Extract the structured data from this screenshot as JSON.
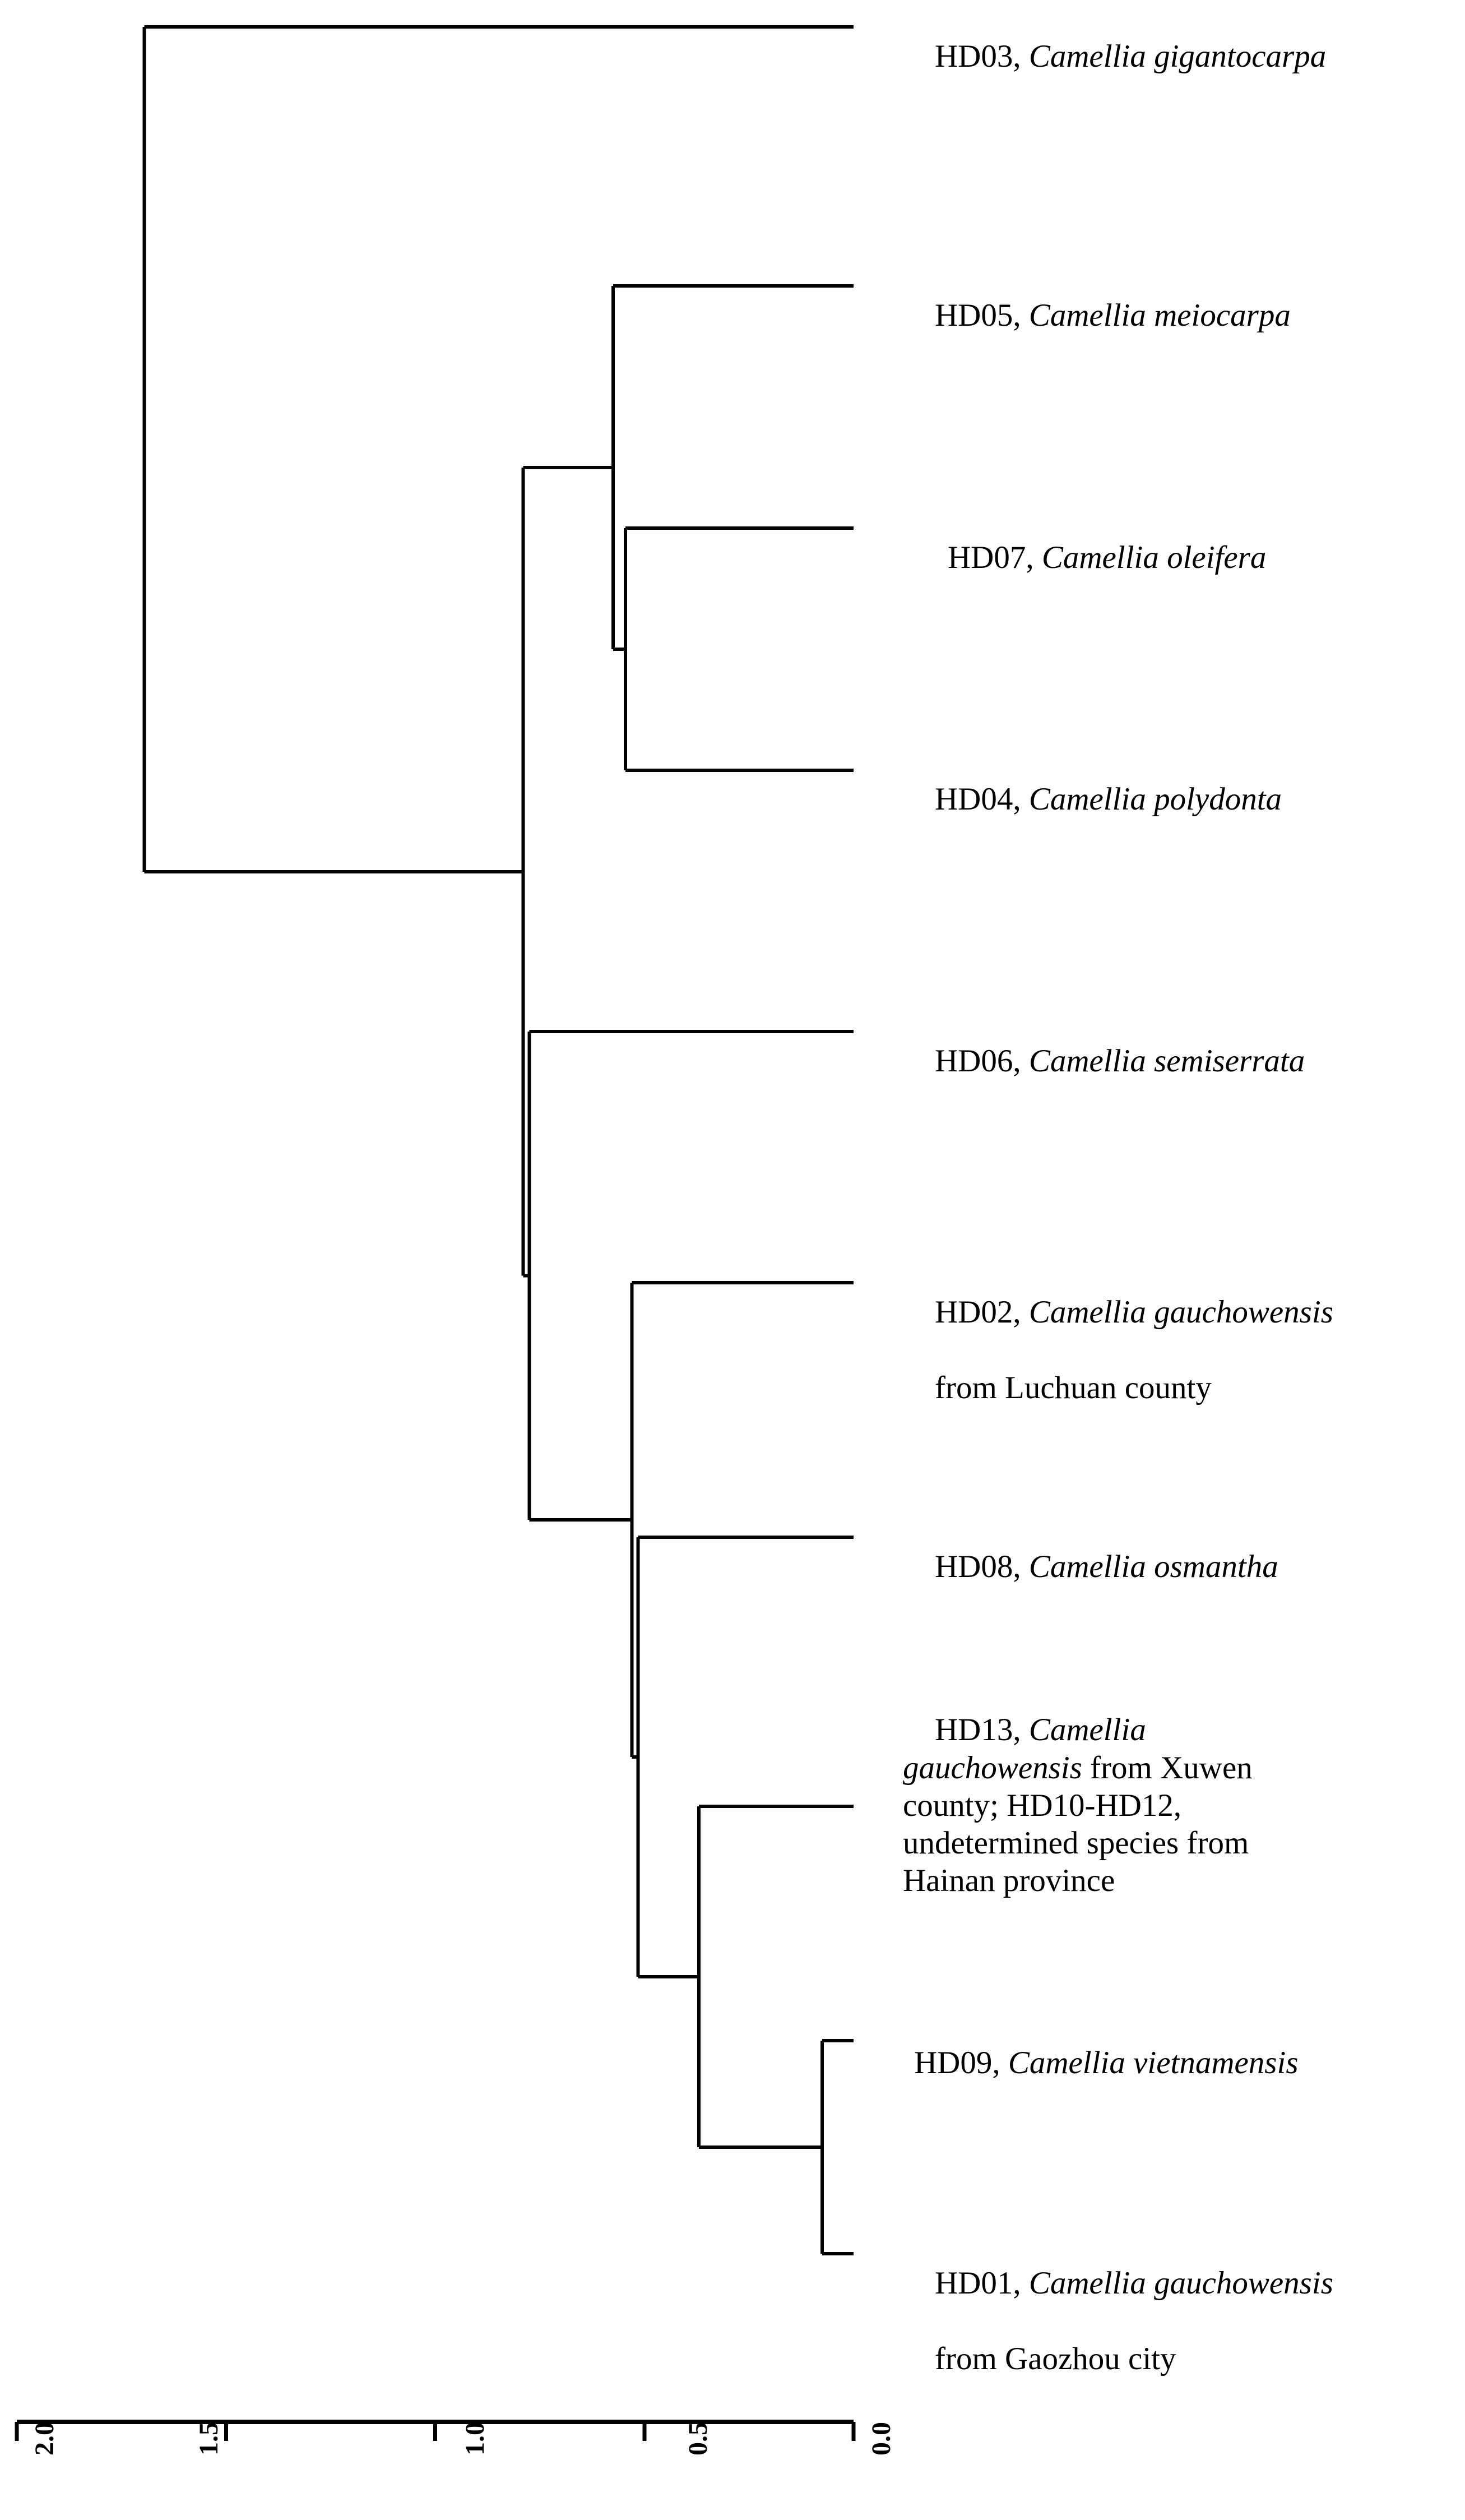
{
  "chart_data": {
    "type": "tree",
    "title": "",
    "xlabel": "",
    "ylabel": "",
    "axis": {
      "orientation": "horizontal-bottom",
      "reversed": true,
      "min": 0.0,
      "max": 2.0,
      "ticks": [
        2.0,
        1.5,
        1.0,
        0.5,
        0.0
      ],
      "tick_labels": [
        "2.0",
        "1.5",
        "1.0",
        "0.5",
        "0.0"
      ],
      "tick_label_rotation_deg": -90,
      "grid": false,
      "legend": "none"
    },
    "leaves": [
      {
        "id": "HD03",
        "code": "HD03, ",
        "species": "Camellia gigantocarpa",
        "suffix": "",
        "height": 0.0,
        "row": 0
      },
      {
        "id": "HD05",
        "code": "HD05, ",
        "species": "Camellia meiocarpa",
        "suffix": "",
        "height": 0.0,
        "row": 1
      },
      {
        "id": "HD07",
        "code": "HD07, ",
        "species": "Camellia oleifera",
        "suffix": "",
        "height": 0.0,
        "row": 2
      },
      {
        "id": "HD04",
        "code": "HD04, ",
        "species": "Camellia polydonta",
        "suffix": "",
        "height": 0.0,
        "row": 3
      },
      {
        "id": "HD06",
        "code": "HD06, ",
        "species": "Camellia semiserrata",
        "suffix": "",
        "height": 0.0,
        "row": 4
      },
      {
        "id": "HD02",
        "code": "HD02, ",
        "species": "Camellia gauchowensis",
        "suffix": " from Luchuan county",
        "height": 0.0,
        "row": 5
      },
      {
        "id": "HD08",
        "code": "HD08, ",
        "species": "Camellia osmantha",
        "suffix": "",
        "height": 0.0,
        "row": 6
      },
      {
        "id": "HD13",
        "code": "HD13, ",
        "species": "Camellia gauchowensis",
        "suffix": " from Xuwen county; HD10-HD12, undetermined species from Hainan province",
        "height": 0.0,
        "row": 7
      },
      {
        "id": "HD09",
        "code": "HD09, ",
        "species": "Camellia vietnamensis",
        "suffix": "",
        "height": 0.0,
        "row": 8
      },
      {
        "id": "HD01",
        "code": "HD01, ",
        "species": "Camellia gauchowensis",
        "suffix": " from Gaozhou city",
        "height": 0.0,
        "row": 9
      }
    ],
    "merges": [
      {
        "name": "node-root",
        "height": 1.695,
        "children": [
          "HD03",
          "node-A"
        ]
      },
      {
        "name": "node-A",
        "height": 0.79,
        "children": [
          "node-B",
          "node-C"
        ]
      },
      {
        "name": "node-B",
        "height": 0.575,
        "children": [
          "HD05",
          "node-D"
        ]
      },
      {
        "name": "node-D",
        "height": 0.545,
        "children": [
          "HD07",
          "HD04"
        ]
      },
      {
        "name": "node-C",
        "height": 0.775,
        "children": [
          "HD06",
          "node-E"
        ]
      },
      {
        "name": "node-E",
        "height": 0.53,
        "children": [
          "HD02",
          "node-F"
        ]
      },
      {
        "name": "node-F",
        "height": 0.515,
        "children": [
          "HD08",
          "node-G"
        ]
      },
      {
        "name": "node-G",
        "height": 0.37,
        "children": [
          "HD13",
          "node-H"
        ]
      },
      {
        "name": "node-H",
        "height": 0.075,
        "children": [
          "HD09",
          "HD01"
        ]
      }
    ]
  },
  "labels": {
    "HD03": {
      "code": "HD03, ",
      "species": "Camellia gigantocarpa",
      "suffix": ""
    },
    "HD05": {
      "code": "HD05, ",
      "species": "Camellia meiocarpa",
      "suffix": ""
    },
    "HD07": {
      "code": "HD07, ",
      "species": "Camellia oleifera",
      "suffix": ""
    },
    "HD04": {
      "code": "HD04, ",
      "species": "Camellia polydonta",
      "suffix": ""
    },
    "HD06": {
      "code": "HD06, ",
      "species": "Camellia semiserrata",
      "suffix": ""
    },
    "HD02": {
      "code": "HD02, ",
      "species": "Camellia gauchowensis",
      "suffix": "from Luchuan county"
    },
    "HD08": {
      "code": "HD08, ",
      "species": "Camellia osmantha",
      "suffix": ""
    },
    "HD13": {
      "code": "HD13, ",
      "species": "Camellia gauchowensis",
      "suffix": "from Xuwen county; HD10-HD12, undetermined species from Hainan province"
    },
    "HD09": {
      "code": "HD09, ",
      "species": "Camellia vietnamensis",
      "suffix": ""
    },
    "HD01": {
      "code": "HD01, ",
      "species": "Camellia gauchowensis",
      "suffix": "from Gaozhou city"
    }
  },
  "axis": {
    "tick_labels": [
      "2.0",
      "1.5",
      "1.0",
      "0.5",
      "0.0"
    ]
  },
  "style": {
    "line_color": "#000000",
    "background": "#ffffff"
  }
}
